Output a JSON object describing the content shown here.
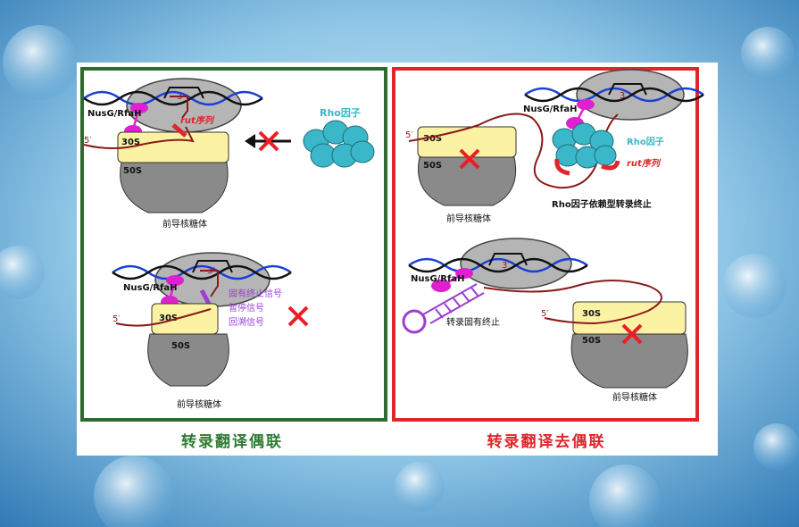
{
  "colors": {
    "coupled_border": "#2e6b2e",
    "coupled_caption": "#2e7d32",
    "uncoupled_border": "#e0252b",
    "uncoupled_caption": "#e0252b",
    "rho": "#3ab7c8",
    "nusg": "#e020d0",
    "mrna": "#8b1a1a",
    "hairpin": "#9b3fd0",
    "ribosome_30s": "#fbf3a3",
    "ribosome_50s": "#8a8a8a",
    "cross": "#ee1c24"
  },
  "coupled": {
    "caption": "转录翻译偶联",
    "top": {
      "nusg_label": "NusG/RfaH",
      "three_prime": "3′",
      "five_prime": "5′",
      "rut_label": "rut序列",
      "rho_label": "Rho因子",
      "s30": "30S",
      "s50": "50S",
      "ribosome_label": "前导核糖体"
    },
    "bottom": {
      "nusg_label": "NusG/RfaH",
      "three_prime": "3′",
      "five_prime": "5′",
      "signal_1": "固有终止信号",
      "signal_2": "暂停信号",
      "signal_3": "回溯信号",
      "s30": "30S",
      "s50": "50S",
      "ribosome_label": "前导核糖体"
    }
  },
  "uncoupled": {
    "caption": "转录翻译去偶联",
    "top": {
      "nusg_label": "NusG/RfaH",
      "three_prime": "3′",
      "five_prime": "5′",
      "rho_label": "Rho因子",
      "rut_label": "rut序列",
      "s30": "30S",
      "s50": "50S",
      "ribosome_label": "前导核糖体",
      "termination_label": "Rho因子依赖型转录终止"
    },
    "bottom": {
      "nusg_label": "NusG/RfaH",
      "three_prime": "3′",
      "five_prime": "5′",
      "hairpin_label": "转录固有终止",
      "s30": "30S",
      "s50": "50S",
      "ribosome_label": "前导核糖体"
    }
  }
}
